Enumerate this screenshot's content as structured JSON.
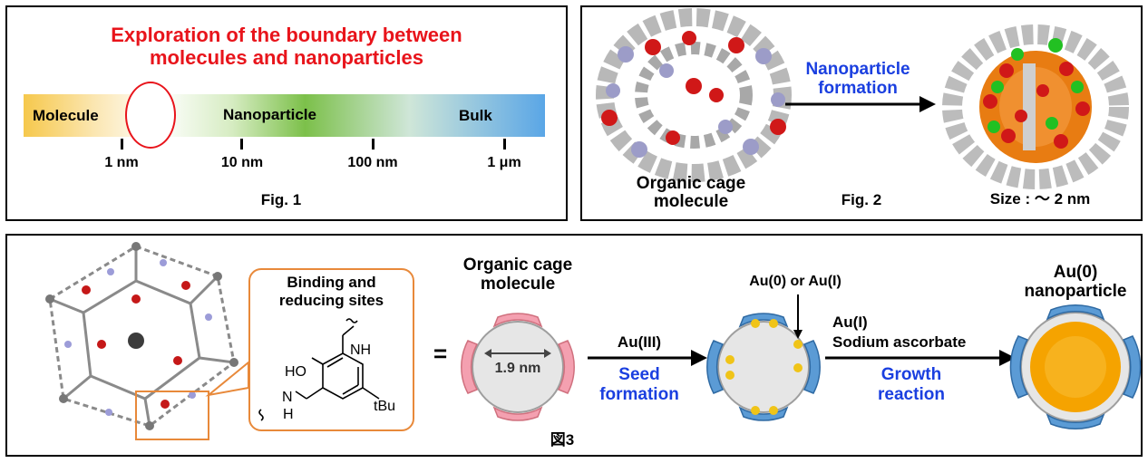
{
  "fig1": {
    "title_line1": "Exploration of the boundary between",
    "title_line2": "molecules and nanoparticles",
    "scale_labels": {
      "molecule": "Molecule",
      "nanoparticle": "Nanoparticle",
      "bulk": "Bulk"
    },
    "ticks": [
      "1 nm",
      "10 nm",
      "100 nm",
      "1 μm"
    ],
    "caption": "Fig. 1",
    "colors": {
      "title": "#e8141b",
      "molecule": "#f6c84c",
      "nanoparticle": "#7cc04a",
      "bulk": "#5aa6e6",
      "highlight_circle": "#e8141b"
    }
  },
  "fig2": {
    "arrow_label_line1": "Nanoparticle",
    "arrow_label_line2": "formation",
    "left_label_line1": "Organic cage",
    "left_label_line2": "molecule",
    "caption": "Fig. 2",
    "size_label": "Size : ～ 2 nm",
    "colors": {
      "arrow_label": "#1a3fe0",
      "gold_core": "#e87c12"
    }
  },
  "fig3": {
    "inset_title_line1": "Binding and",
    "inset_title_line2": "reducing sites",
    "chem": {
      "ho": "HO",
      "nh_top": "NH",
      "nh_left": "N",
      "h_left": "H",
      "tbu": "tBu"
    },
    "equals": "=",
    "cage_label_line1": "Organic cage",
    "cage_label_line2": "molecule",
    "diameter": "1.9 nm",
    "step1_reagent": "Au(III)",
    "step1_label_line1": "Seed",
    "step1_label_line2": "formation",
    "seed_label": "Au(0) or Au(I)",
    "step2_reagent_line1": "Au(I)",
    "step2_reagent_line2": "Sodium ascorbate",
    "step2_label_line1": "Growth",
    "step2_label_line2": "reaction",
    "product_line1": "Au(0)",
    "product_line2": "nanoparticle",
    "caption": "図3",
    "colors": {
      "step_label": "#1a3fe0",
      "inset_border": "#e8893a",
      "pink_site": "#f4a0b0",
      "blue_site": "#5b9bd5",
      "seed": "#f0c418",
      "gold": "#f5a300"
    }
  }
}
